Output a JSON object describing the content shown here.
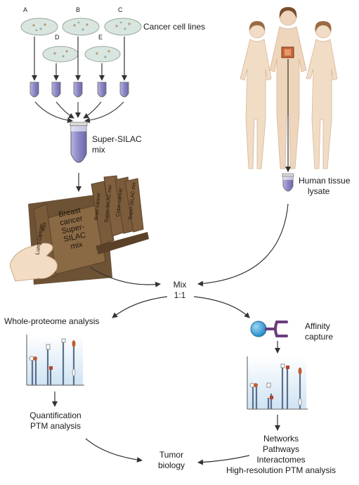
{
  "cell_lines": {
    "labels": [
      "A",
      "B",
      "C",
      "D",
      "E"
    ],
    "title": "Cancer cell lines"
  },
  "super_silac": {
    "line1": "Super-SILAC",
    "line2": "mix"
  },
  "book": {
    "front_lines": [
      "Breast",
      "cancer",
      "Super-",
      "SILAC",
      "mix"
    ],
    "spine_left": "Lung cancer",
    "spine_left2": "mix",
    "spine_right": [
      "Brain cancer",
      "Super-SILAC mix",
      "Colon cancer",
      "Super-SILAC mix"
    ]
  },
  "tissue": {
    "line1": "Human tissue",
    "line2": "lysate"
  },
  "mix": {
    "line1": "Mix",
    "line2": "1:1"
  },
  "left_branch": {
    "title": "Whole-proteome analysis",
    "result_line1": "Quantification",
    "result_line2": "PTM analysis"
  },
  "right_branch": {
    "affinity_line1": "Affinity",
    "affinity_line2": "capture",
    "results": [
      "Networks",
      "Pathways",
      "Interactomes",
      "High-resolution PTM analysis"
    ]
  },
  "outcome": {
    "line1": "Tumor",
    "line2": "biology"
  },
  "colors": {
    "dish": "#d9e6df",
    "tube": "#8b86c4",
    "book": "#8a6a45",
    "skin": "#f1dcc5",
    "affinity_ball": "#2a9fd8",
    "affinity_arm": "#6a3d7c",
    "arrow": "#333333"
  }
}
